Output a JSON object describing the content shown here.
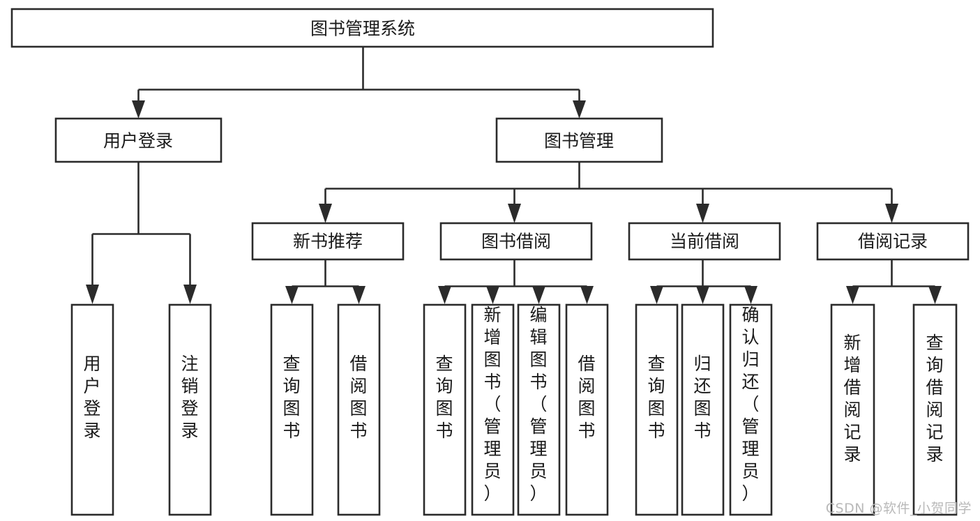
{
  "diagram": {
    "title": "图书管理系统",
    "type": "tree-hierarchy-chart",
    "watermark": "CSDN @软件_小贺同学",
    "colors": {
      "stroke": "#2b2b2b",
      "fill": "#ffffff",
      "text": "#1a1a1a",
      "watermark": "#b9b9b9"
    },
    "levels": {
      "root": {
        "label": "图书管理系统"
      },
      "level2": [
        {
          "id": "user-login",
          "label": "用户登录"
        },
        {
          "id": "book-management",
          "label": "图书管理"
        }
      ],
      "level3": [
        {
          "id": "new-book-recommend",
          "label": "新书推荐",
          "parent": "book-management"
        },
        {
          "id": "book-borrow",
          "label": "图书借阅",
          "parent": "book-management"
        },
        {
          "id": "current-borrow",
          "label": "当前借阅",
          "parent": "book-management"
        },
        {
          "id": "borrow-record",
          "label": "借阅记录",
          "parent": "book-management"
        }
      ],
      "leaves": [
        {
          "id": "leaf-user-login",
          "label": "用户登录",
          "parent": "user-login"
        },
        {
          "id": "leaf-logout-login",
          "label": "注销登录",
          "parent": "user-login"
        },
        {
          "id": "leaf-query-book-1",
          "label": "查询图书",
          "parent": "new-book-recommend"
        },
        {
          "id": "leaf-borrow-book-1",
          "label": "借阅图书",
          "parent": "new-book-recommend"
        },
        {
          "id": "leaf-query-book-2",
          "label": "查询图书",
          "parent": "book-borrow"
        },
        {
          "id": "leaf-add-book",
          "label": "新增图书（管理员）",
          "parent": "book-borrow"
        },
        {
          "id": "leaf-edit-book",
          "label": "编辑图书（管理员）",
          "parent": "book-borrow"
        },
        {
          "id": "leaf-borrow-book-2",
          "label": "借阅图书",
          "parent": "book-borrow"
        },
        {
          "id": "leaf-query-book-3",
          "label": "查询图书",
          "parent": "current-borrow"
        },
        {
          "id": "leaf-return-book",
          "label": "归还图书",
          "parent": "current-borrow"
        },
        {
          "id": "leaf-confirm-return",
          "label": "确认归还（管理员）",
          "parent": "current-borrow"
        },
        {
          "id": "leaf-add-record",
          "label": "新增借阅记录",
          "parent": "borrow-record"
        },
        {
          "id": "leaf-query-record",
          "label": "查询借阅记录",
          "parent": "borrow-record"
        }
      ]
    }
  }
}
